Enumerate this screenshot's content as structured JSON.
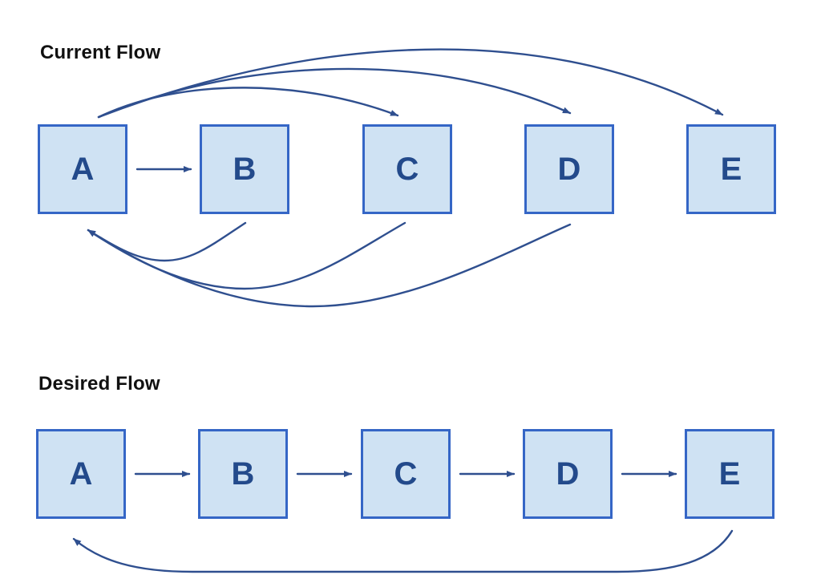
{
  "titles": {
    "current": "Current Flow",
    "desired": "Desired Flow"
  },
  "colors": {
    "node_fill": "#cfe2f3",
    "node_border": "#3566c6",
    "label": "#234a8b",
    "edge": "#2f4f8f"
  },
  "current_flow": {
    "nodes": [
      "A",
      "B",
      "C",
      "D",
      "E"
    ],
    "edges": [
      {
        "from": "A",
        "to": "B"
      },
      {
        "from": "A",
        "to": "C"
      },
      {
        "from": "A",
        "to": "D"
      },
      {
        "from": "A",
        "to": "E"
      },
      {
        "from": "B",
        "to": "A"
      },
      {
        "from": "C",
        "to": "A"
      },
      {
        "from": "D",
        "to": "A"
      }
    ]
  },
  "desired_flow": {
    "nodes": [
      "A",
      "B",
      "C",
      "D",
      "E"
    ],
    "edges": [
      {
        "from": "A",
        "to": "B"
      },
      {
        "from": "B",
        "to": "C"
      },
      {
        "from": "C",
        "to": "D"
      },
      {
        "from": "D",
        "to": "E"
      },
      {
        "from": "E",
        "to": "A"
      }
    ]
  }
}
